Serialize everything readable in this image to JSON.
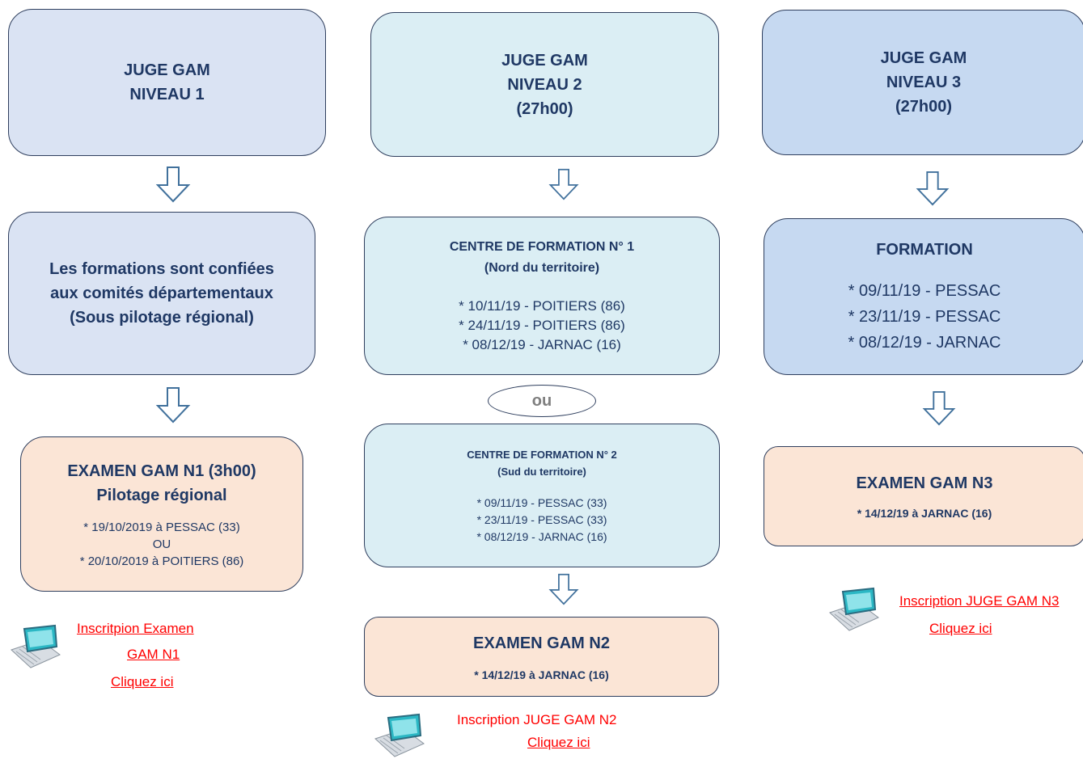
{
  "col1": {
    "title": [
      "JUGE GAM",
      "NIVEAU 1"
    ],
    "formation": [
      "Les formations sont confiées",
      "aux comités départementaux",
      "(Sous pilotage régional)"
    ],
    "exam": {
      "title": [
        "EXAMEN GAM N1 (3h00)",
        "Pilotage régional"
      ],
      "dates": [
        "* 19/10/2019 à PESSAC (33)",
        "OU",
        "* 20/10/2019 à POITIERS (86)"
      ]
    },
    "link": [
      "Inscritpion Examen",
      "GAM N1",
      "Cliquez ici"
    ]
  },
  "col2": {
    "title": [
      "JUGE GAM",
      "NIVEAU 2",
      "(27h00)"
    ],
    "centre1": {
      "title": [
        "CENTRE DE FORMATION N° 1",
        "(Nord du territoire)"
      ],
      "dates": [
        "*  10/11/19 - POITIERS (86)",
        "*  24/11/19 - POITIERS (86)",
        "*  08/12/19 - JARNAC (16)"
      ]
    },
    "or_label": "ou",
    "centre2": {
      "title": [
        "CENTRE DE FORMATION N° 2",
        "(Sud du territoire)"
      ],
      "dates": [
        "* 09/11/19 - PESSAC (33)",
        "* 23/11/19 - PESSAC (33)",
        "* 08/12/19 - JARNAC (16)"
      ]
    },
    "exam": {
      "title": "EXAMEN GAM N2",
      "date": "* 14/12/19 à JARNAC (16)"
    },
    "link": [
      "Inscription JUGE GAM N2",
      "Cliquez ici"
    ]
  },
  "col3": {
    "title": [
      "JUGE GAM",
      "NIVEAU 3",
      "(27h00)"
    ],
    "formation": {
      "title": "FORMATION",
      "dates": [
        "* 09/11/19 - PESSAC",
        "* 23/11/19 - PESSAC",
        "* 08/12/19 - JARNAC"
      ]
    },
    "exam": {
      "title": "EXAMEN GAM N3",
      "date": "* 14/12/19 à JARNAC (16)"
    },
    "link": [
      "Inscription JUGE GAM N3",
      "Cliquez ici"
    ]
  },
  "colors": {
    "border": "#2f3f5e",
    "text": "#1f3864",
    "link": "#ff0000",
    "peach": "#fbe5d6"
  },
  "icons": {
    "arrow": "down-arrow-icon",
    "registration": "form-computer-icon"
  }
}
